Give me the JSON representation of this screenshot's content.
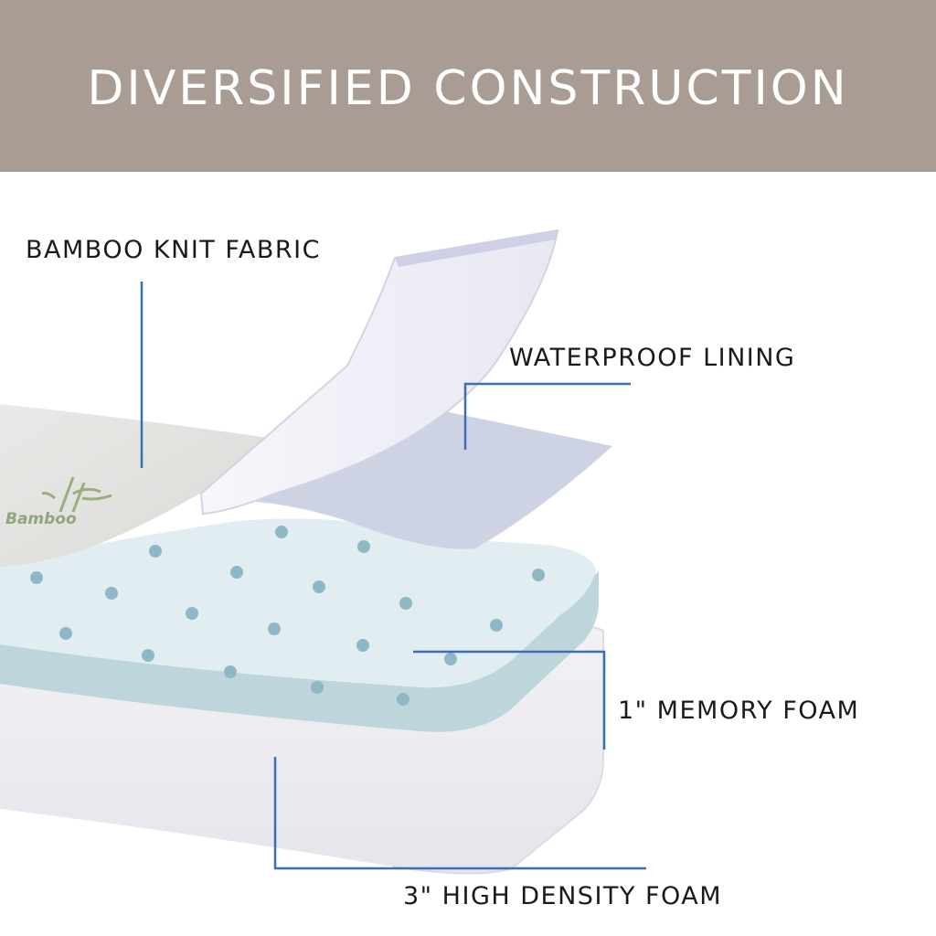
{
  "header": {
    "title": "DIVERSIFIED CONSTRUCTION"
  },
  "layers": {
    "bamboo_fabric": "BAMBOO KNIT FABRIC",
    "waterproof_lining": "WATERPROOF LINING",
    "memory_foam": "1\" MEMORY FOAM",
    "high_density_foam": "3\" HIGH DENSITY FOAM"
  },
  "logo": {
    "text": "Bamboo"
  },
  "colors": {
    "banner": "#a89c94",
    "leader_line": "#3a6fb5",
    "fabric": "#e4e4e2",
    "lining": "#cdd3e2",
    "memory_foam": "#dfeaee",
    "high_density": "#eeedf2",
    "dots": "#8fb8c6"
  }
}
